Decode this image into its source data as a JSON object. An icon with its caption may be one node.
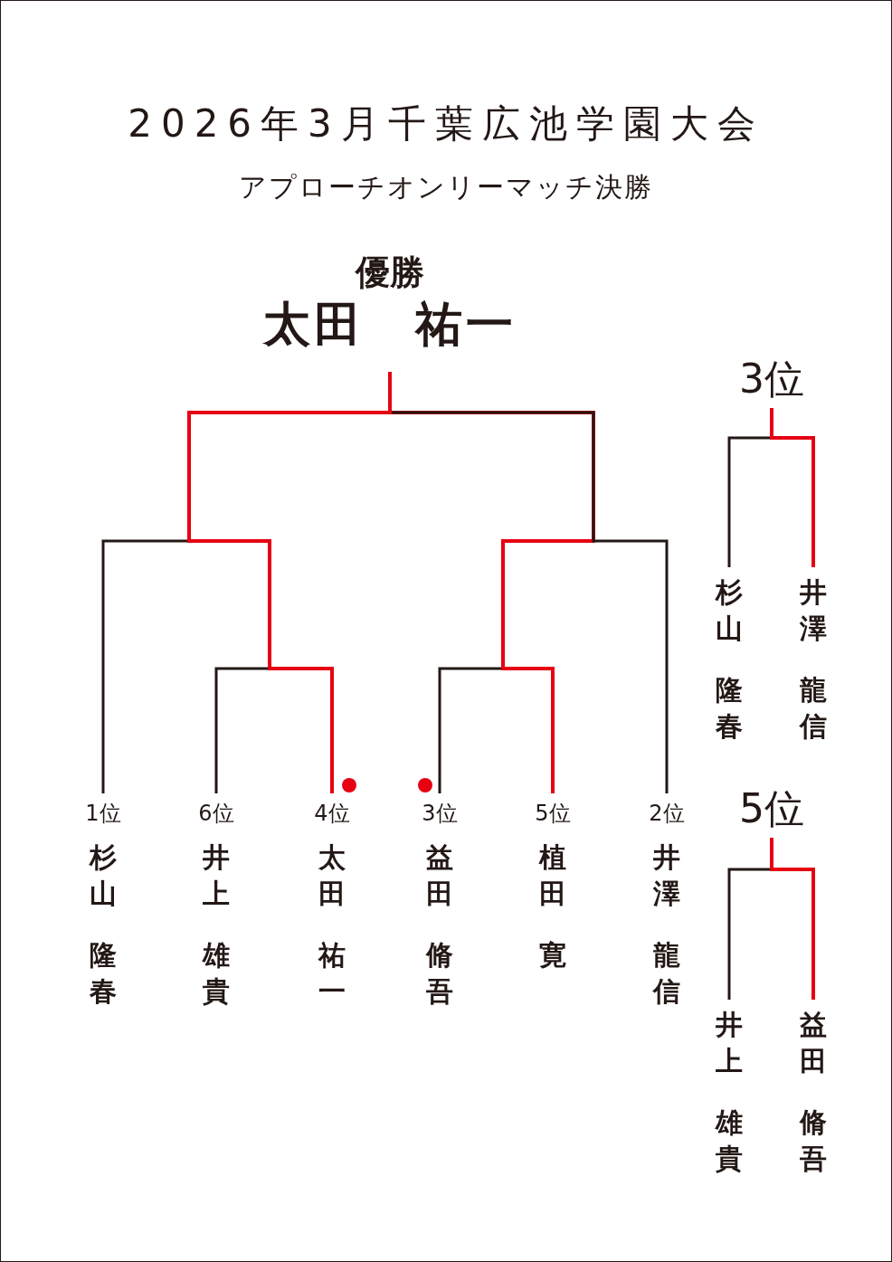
{
  "diagram": {
    "title": "2026年3月千葉広池学園大会",
    "nodes": [
      {
        "text": [
          "優勝",
          "太田　祐一"
        ]
      },
      {
        "text": [
          "1位",
          "杉山",
          "隆春"
        ]
      },
      {
        "text": [
          "6位",
          "井上",
          "雄貴"
        ]
      },
      {
        "text": [
          "4位",
          "太田",
          "祐一"
        ]
      },
      {
        "text": [
          "3位",
          "益田",
          "脩吾"
        ]
      },
      {
        "text": [
          "5位",
          "植田",
          "寛"
        ]
      },
      {
        "text": [
          "2位",
          "井澤",
          "龍信"
        ]
      },
      {
        "text": [
          "3位"
        ]
      },
      {
        "text": [
          "杉山",
          "隆春"
        ]
      },
      {
        "text": [
          "井澤",
          "龍信"
        ]
      },
      {
        "text": [
          "5位"
        ]
      },
      {
        "text": [
          "井上",
          "雄貴"
        ]
      },
      {
        "text": [
          "益田",
          "脩吾"
        ]
      }
    ],
    "edges": [
      {
        "from": 1,
        "to": 0,
        "arrow": "none"
      },
      {
        "from": 2,
        "to": 0,
        "arrow": "none"
      },
      {
        "from": 3,
        "to": 0,
        "arrow": "none",
        "color": "#e60012"
      },
      {
        "from": 4,
        "to": 0,
        "arrow": "none"
      },
      {
        "from": 5,
        "to": 0,
        "arrow": "none",
        "color": "#e60012"
      },
      {
        "from": 6,
        "to": 0,
        "arrow": "none"
      },
      {
        "from": 8,
        "to": 7,
        "arrow": "none"
      },
      {
        "from": 9,
        "to": 7,
        "arrow": "none",
        "color": "#e60012"
      },
      {
        "from": 11,
        "to": 10,
        "arrow": "none"
      },
      {
        "from": 12,
        "to": 10,
        "arrow": "none",
        "color": "#e60012"
      }
    ],
    "labels": [
      "アプローチオンリーマッチ決勝"
    ]
  }
}
